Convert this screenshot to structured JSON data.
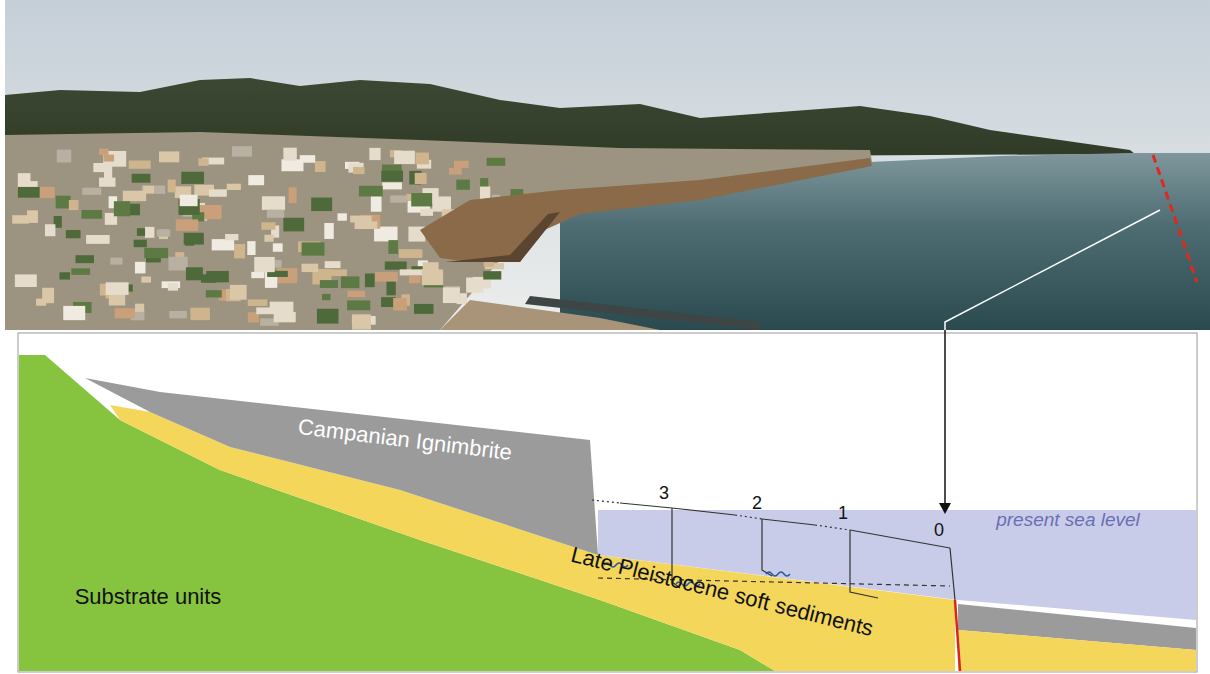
{
  "diagram": {
    "labels": [
      "Campanian Ignimbrite",
      "Late Pleistocene soft sediments",
      "Substrate units",
      "present sea level",
      "3",
      "2",
      "1",
      "0"
    ]
  }
}
